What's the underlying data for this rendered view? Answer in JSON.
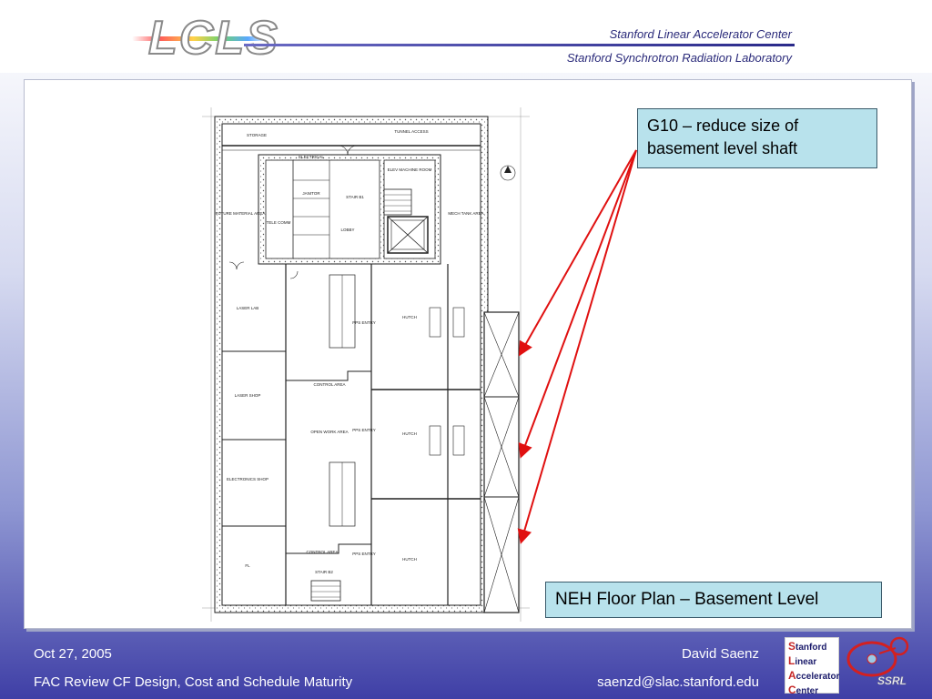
{
  "header": {
    "logo_text": "LCLS",
    "org_line1": "Stanford Linear Accelerator Center",
    "org_line2": "Stanford Synchrotron Radiation Laboratory"
  },
  "notes": {
    "g10": "G10 – reduce size of basement level shaft",
    "caption": "NEH Floor Plan – Basement Level"
  },
  "floor_plan_labels": {
    "storage": "STORAGE",
    "tunnel_access": "TUNNEL ACCESS",
    "electrical": "ELECTRICAL",
    "elev_machine_room": "ELEV MACHINE ROOM",
    "janitor": "JANITOR",
    "stair_b1": "STAIR B1",
    "lobby": "LOBBY",
    "future_material_area": "FUTURE MATERIAL AREA",
    "mech_tank_area": "MECH TANK AREA",
    "hutch_1": "HUTCH",
    "hutch_2": "HUTCH",
    "hutch_3": "HUTCH",
    "pps_entry_1": "PPS ENTRY",
    "pps_entry_2": "PPS ENTRY",
    "pps_entry_3": "PPS ENTRY",
    "control_area_1": "CONTROL AREA",
    "control_area_2": "CONTROL AREA",
    "open_work_area": "OPEN WORK AREA",
    "stair_b2": "STAIR B2",
    "laser_lab": "LASER LAB",
    "laser_shop": "LASER SHOP",
    "electronics_shop": "ELECTRONICS SHOP",
    "fl": "FL",
    "tele_comm": "TELE COMM"
  },
  "footer": {
    "date": "Oct 27, 2005",
    "title": "FAC Review CF Design, Cost and Schedule Maturity",
    "author": "David Saenz",
    "email": "saenzd@slac.stanford.edu"
  },
  "slac_logo": {
    "line1_cap": "S",
    "line1_rest": "tanford",
    "line2_cap": "L",
    "line2_rest": "inear",
    "line3_cap": "A",
    "line3_rest": "ccelerator",
    "line4_cap": "C",
    "line4_rest": "enter"
  },
  "ssrl_logo": {
    "text": "SSRL"
  },
  "colors": {
    "note_bg": "#b8e2ec",
    "arrow_red": "#e01010",
    "footer_text": "#ffffff",
    "header_text": "#2a2a7a"
  }
}
